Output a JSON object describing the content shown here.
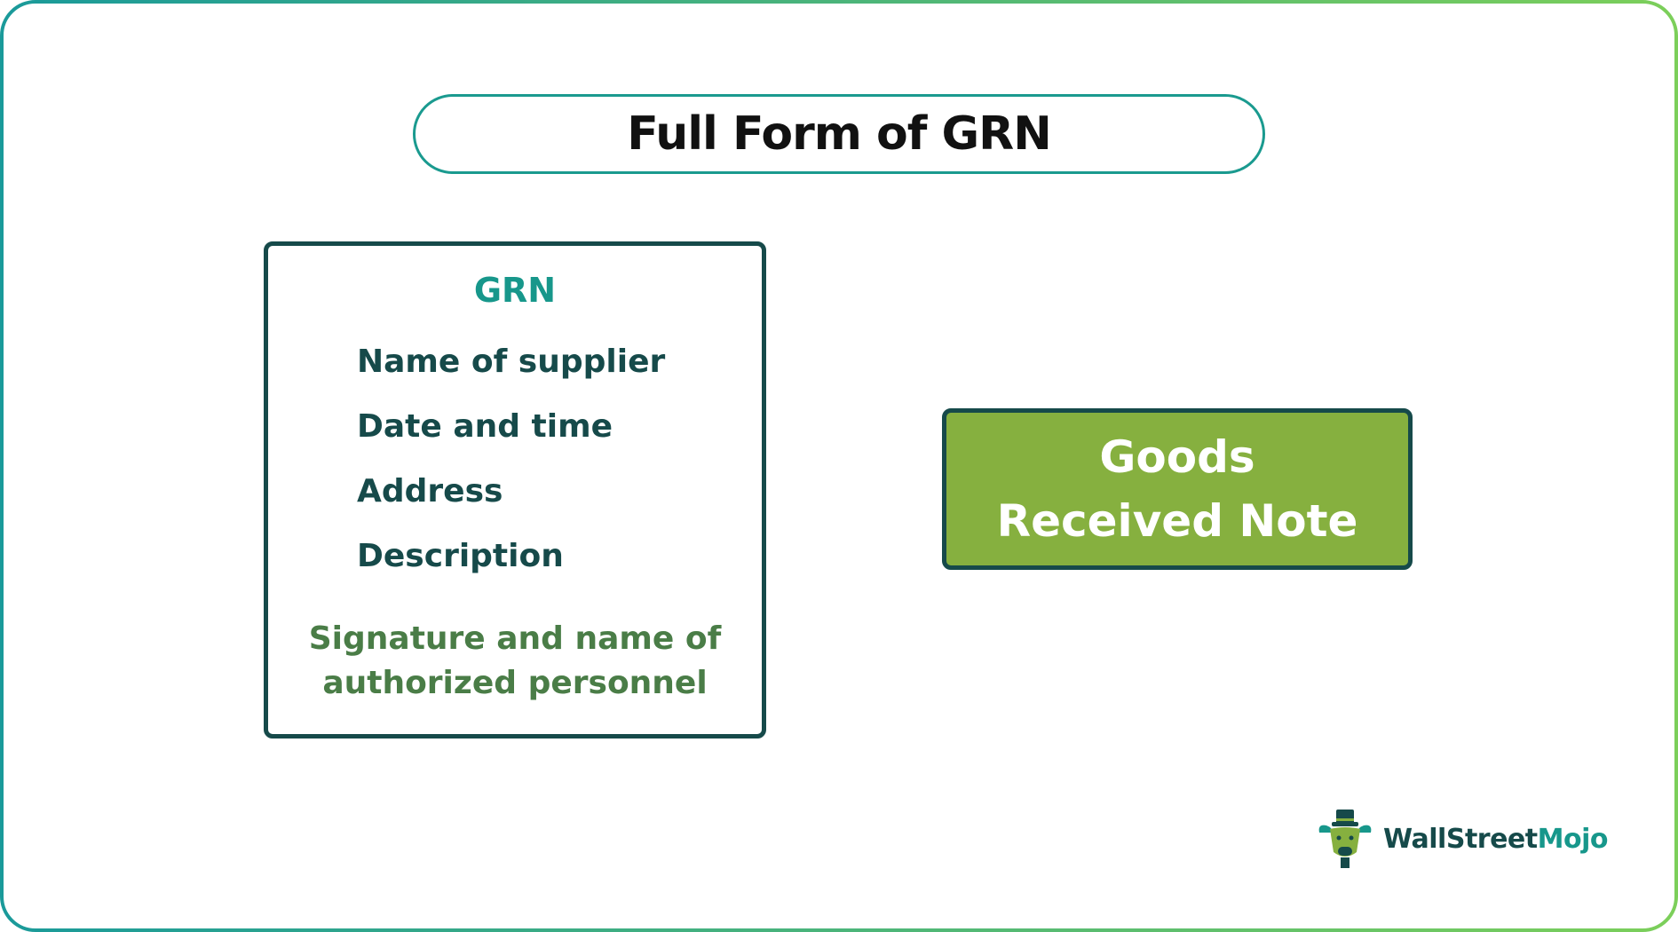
{
  "title": "Full Form of GRN",
  "card": {
    "heading": "GRN",
    "fields": [
      "Name of supplier",
      "Date and time",
      "Address",
      "Description"
    ],
    "footer_line1": "Signature and name of",
    "footer_line2": "authorized personnel"
  },
  "answer": {
    "line1": "Goods",
    "line2": "Received Note"
  },
  "brand": {
    "part1": "WallStreet",
    "part2": "Mojo",
    "logo_icon": "bull-with-top-hat-icon"
  },
  "colors": {
    "teal": "#17978b",
    "dark_teal": "#164a4a",
    "green_fill": "#86b03f",
    "footer_green": "#4a7d47",
    "border_gradient_start": "#1a9a9a",
    "border_gradient_end": "#7ccf5a"
  }
}
